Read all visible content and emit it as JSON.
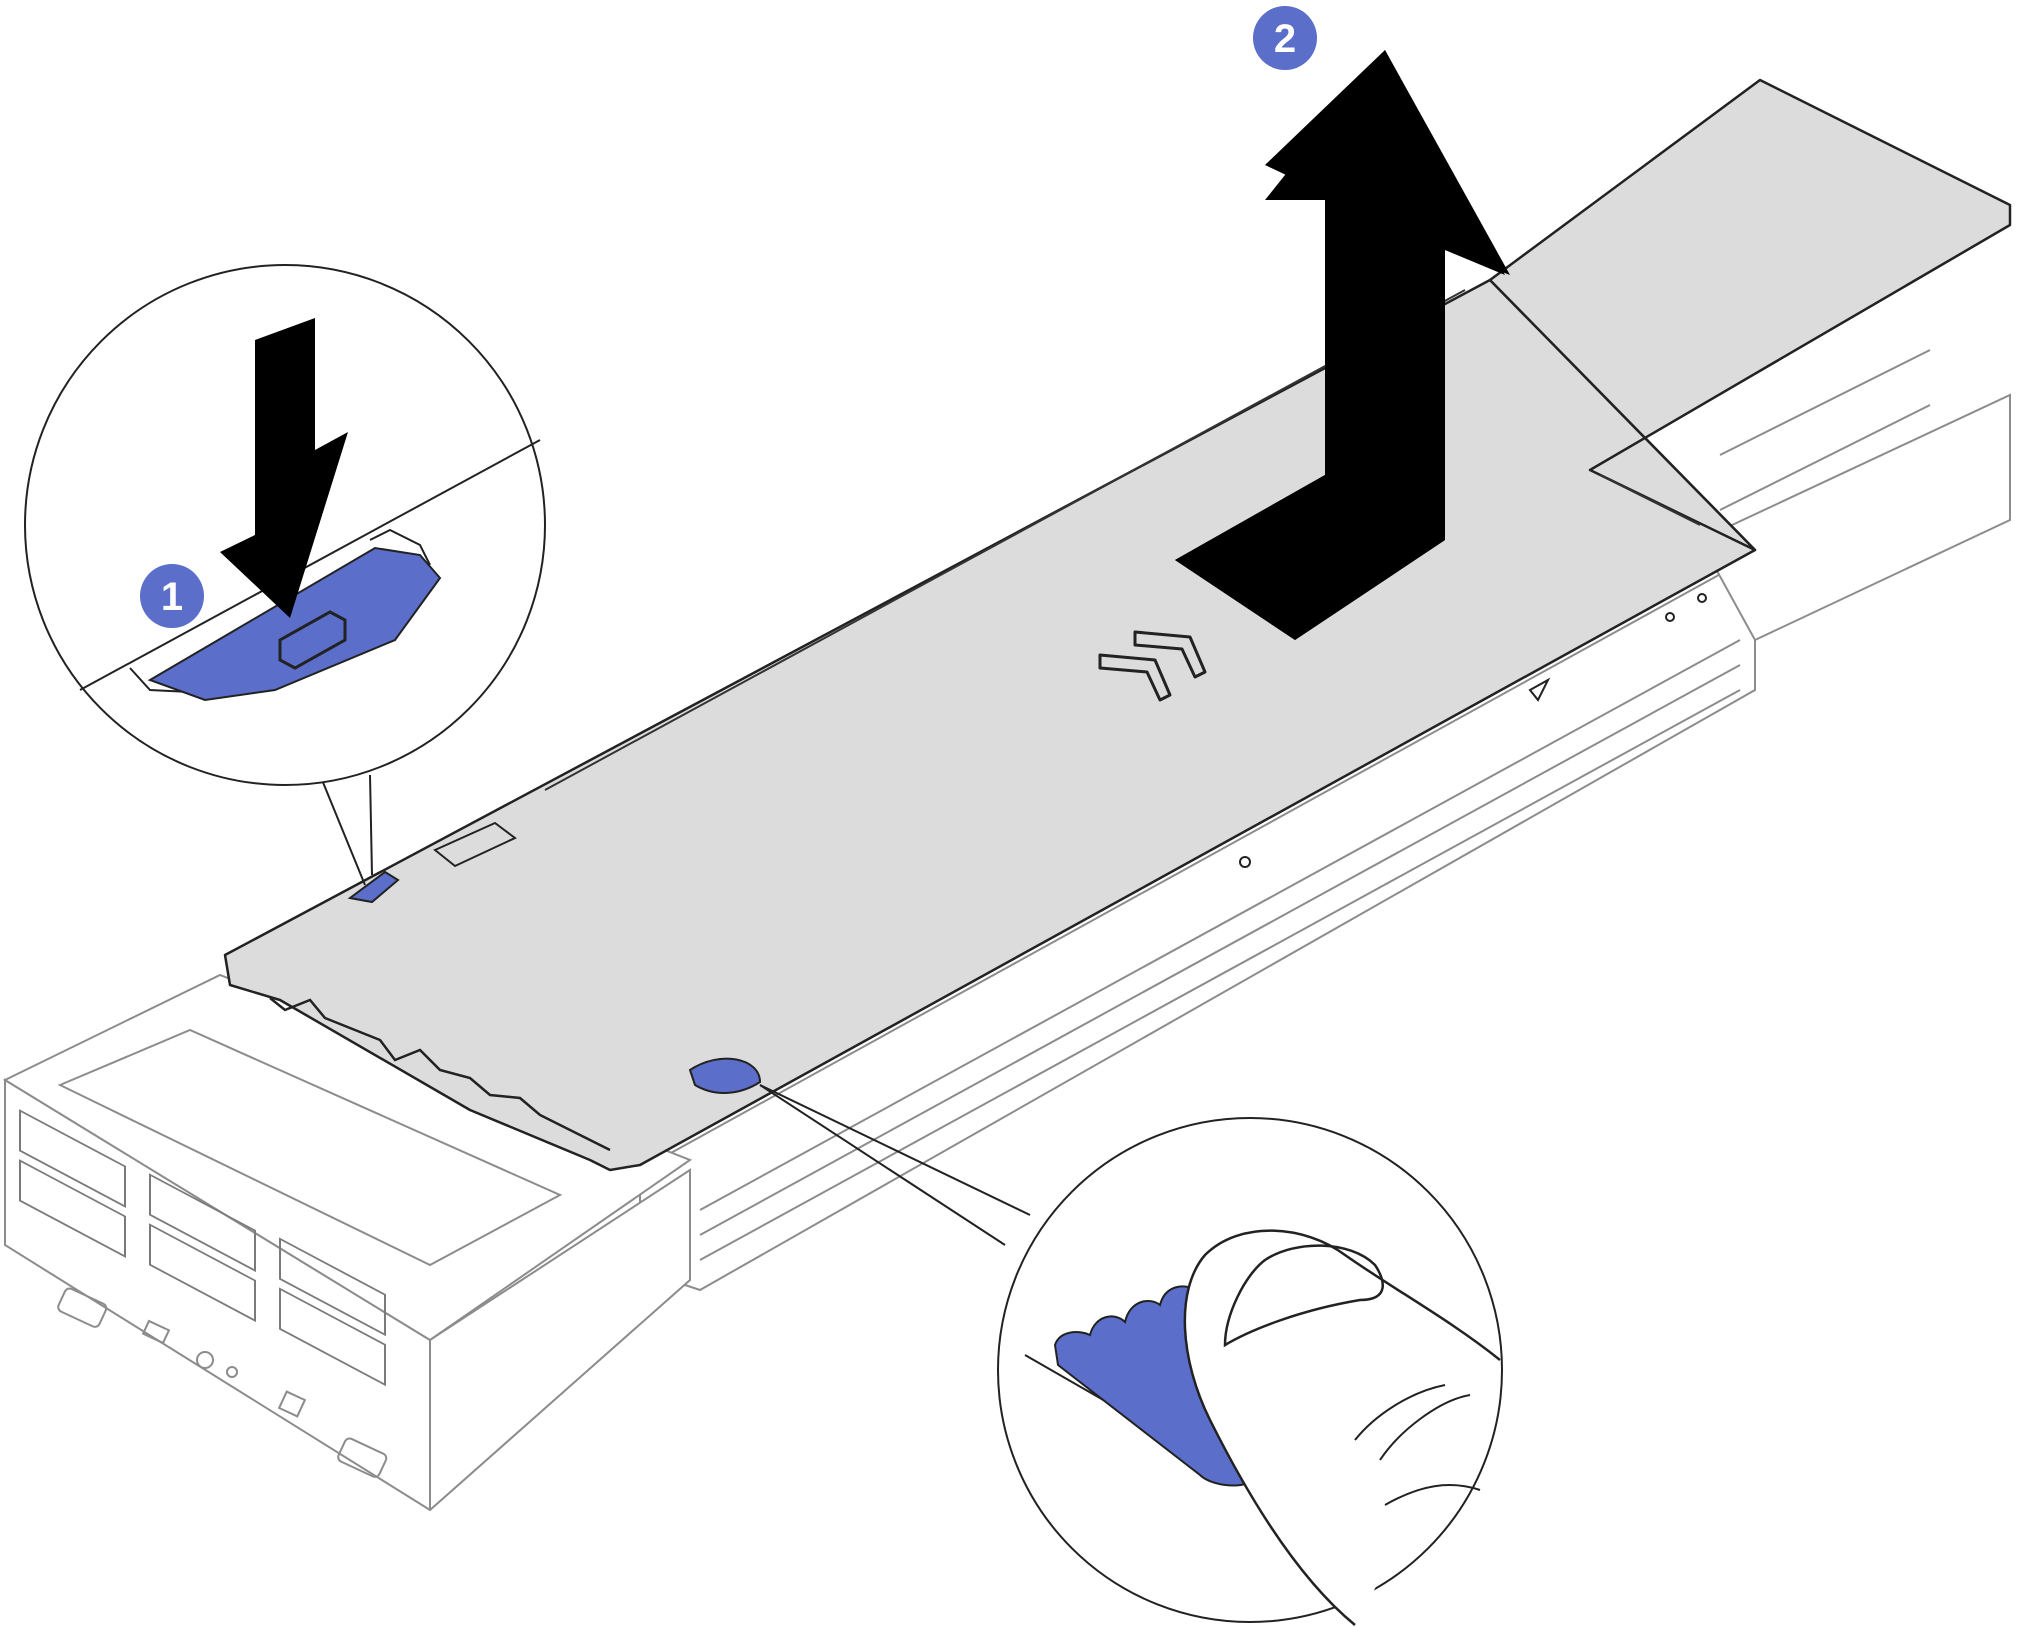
{
  "steps": [
    {
      "number": "1",
      "action": "press",
      "badge_color": "#5b6ec9"
    },
    {
      "number": "2",
      "action": "lift",
      "badge_color": "#5b6ec9"
    }
  ],
  "colors": {
    "cover_fill": "#dcdcdc",
    "cover_edge": "#222222",
    "release_tab": "#5b6ec9",
    "arrow": "#000000",
    "chassis_outline": "#888888",
    "background": "#ffffff"
  },
  "icons": [
    "down-arrow-icon",
    "up-arrow-icon",
    "finger-icon",
    "chevron-direction-icon"
  ]
}
